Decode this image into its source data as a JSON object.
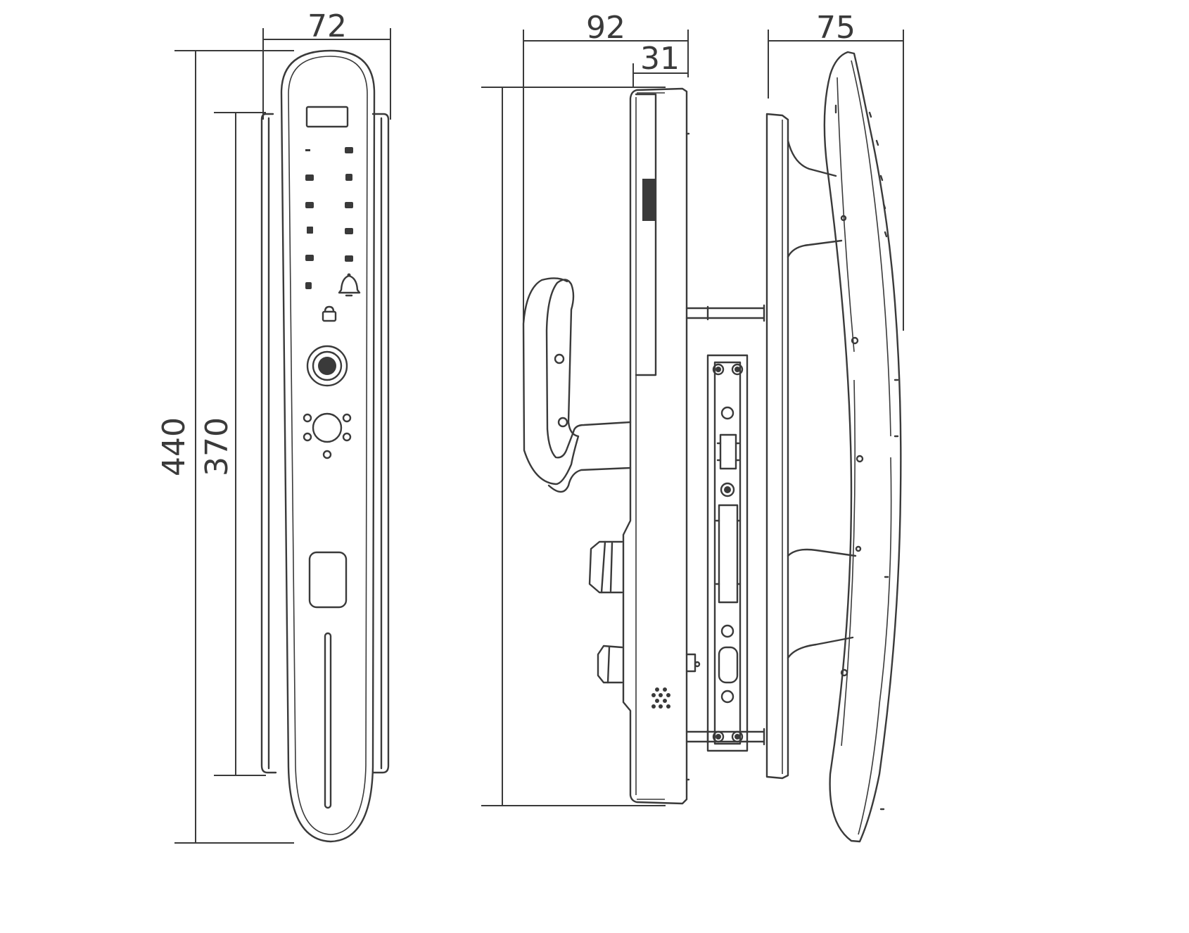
{
  "dimensions": {
    "front_width": "72",
    "total_height": "440",
    "body_height": "370",
    "side_depth": "92",
    "side_inner_depth": "31",
    "handle_depth": "75"
  }
}
